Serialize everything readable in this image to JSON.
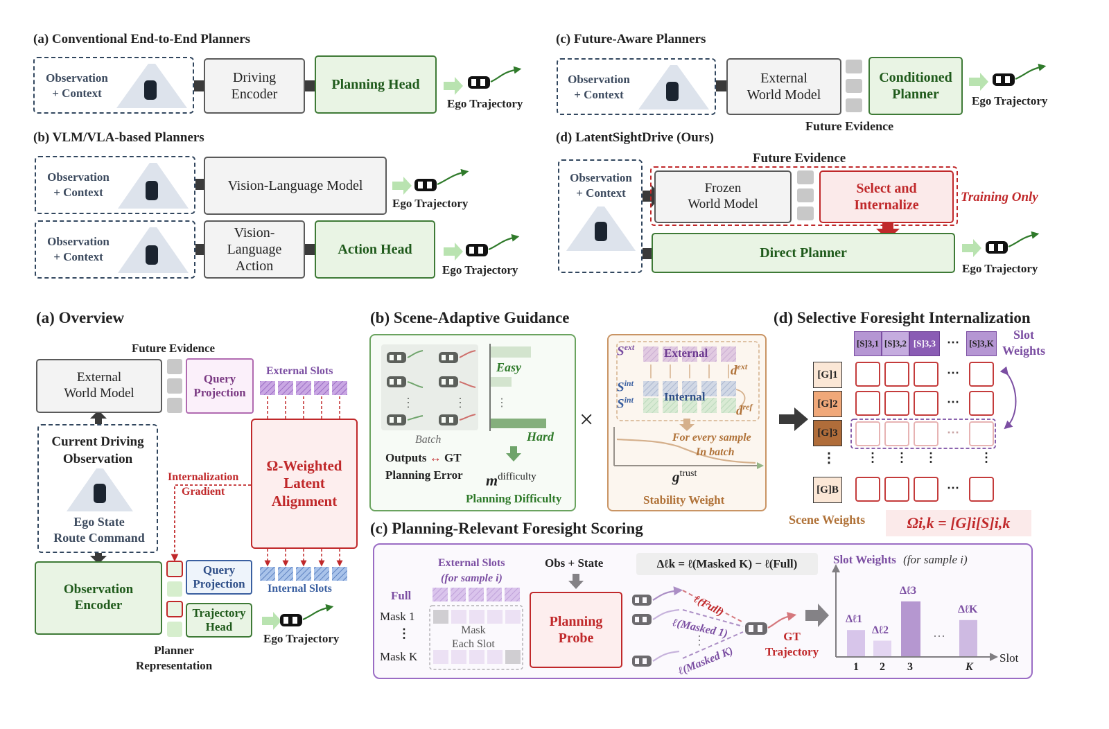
{
  "top": {
    "a": {
      "title": "(a) Conventional End-to-End Planners",
      "obs": [
        "Observation",
        "+ Context"
      ],
      "encoder": [
        "Driving",
        "Encoder"
      ],
      "head": "Planning Head",
      "traj": "Ego Trajectory"
    },
    "b": {
      "title": "(b) VLM/VLA-based Planners",
      "obs": [
        "Observation",
        "+ Context"
      ],
      "vlm": "Vision-Language Model",
      "traj1": "Ego Trajectory",
      "vla": [
        "Vision-",
        "Language",
        "Action"
      ],
      "action_head": "Action Head",
      "traj2": "Ego Trajectory"
    },
    "c": {
      "title": "(c) Future-Aware Planners",
      "obs": [
        "Observation",
        "+ Context"
      ],
      "wm": [
        "External",
        "World Model"
      ],
      "planner": [
        "Conditioned",
        "Planner"
      ],
      "traj": "Ego Trajectory",
      "evidence": "Future Evidence"
    },
    "d": {
      "title": "(d) LatentSightDrive (Ours)",
      "evidence": "Future Evidence",
      "obs": [
        "Observation",
        "+ Context"
      ],
      "wm": [
        "Frozen",
        "World Model"
      ],
      "select": [
        "Select and",
        "Internalize"
      ],
      "training": "Training Only",
      "planner": "Direct Planner",
      "traj": "Ego Trajectory"
    }
  },
  "overview": {
    "title": "(a) Overview",
    "evidence": "Future Evidence",
    "wm": [
      "External",
      "World Model"
    ],
    "query_proj_top": [
      "Query",
      "Projection"
    ],
    "external_slots": "External Slots",
    "obs_title": [
      "Current Driving",
      "Observation"
    ],
    "ego_state": "Ego State",
    "route": "Route Command",
    "grad": [
      "Internalization",
      "Gradient"
    ],
    "align": [
      "Ω-Weighted",
      "Latent",
      "Alignment"
    ],
    "internal_slots": "Internal Slots",
    "query_proj_bot": [
      "Query",
      "Projection"
    ],
    "traj_head": [
      "Trajectory",
      "Head"
    ],
    "encoder": [
      "Observation",
      "Encoder"
    ],
    "traj": "Ego Trajectory",
    "planner_rep": [
      "Planner",
      "Representation"
    ]
  },
  "guidance": {
    "title": "(b) Scene-Adaptive Guidance",
    "batch": "Batch",
    "outputs": "Outputs",
    "gt": "GT",
    "planning_error": "Planning Error",
    "easy": "Easy",
    "hard": "Hard",
    "m_base": "m",
    "m_sup": "difficulty",
    "difficulty": "Planning Difficulty",
    "external": "External",
    "internal": "Internal",
    "s_ext_base": "S",
    "s_ext_sub": "i",
    "s_ext_sup": "ext",
    "s_int_sup": "int",
    "d_ext_base": "d",
    "d_ext_sub": "i",
    "d_ext_sup": "ext",
    "d_ref_sup": "ref",
    "every": "For every sample",
    "in_batch": "In batch",
    "g_base": "g",
    "g_sup": "trust",
    "stability": "Stability Weight",
    "times": "×"
  },
  "selective": {
    "title": "(d) Selective Foresight Internalization",
    "slot_headers": [
      "[S]3,1",
      "[S]3,2",
      "[S]3,3",
      "[S]3,K"
    ],
    "slot_weights": [
      "Slot",
      "Weights"
    ],
    "scene_rows": [
      "[G]1",
      "[G]2",
      "[G]3",
      "[G]B"
    ],
    "scene_weights": "Scene Weights",
    "omega": "Ωi,k = [G]i[S]i,k",
    "dots": "⋯"
  },
  "scoring": {
    "title": "(c) Planning-Relevant Foresight Scoring",
    "external_slots": "External Slots",
    "for_sample": "(for sample i)",
    "full": "Full",
    "mask1": "Mask 1",
    "maskk": "Mask K",
    "mask_each": [
      "Mask",
      "Each Slot"
    ],
    "obs_state": "Obs + State",
    "probe": [
      "Planning",
      "Probe"
    ],
    "formula": "Δℓk = ℓ(Masked K) − ℓ(Full)",
    "l_full": "ℓ(Full)",
    "l_mask1": "ℓ(Masked 1)",
    "l_maskk": "ℓ(Masked K)",
    "gt_traj": [
      "GT",
      "Trajectory"
    ],
    "slot_weights": "Slot Weights",
    "for_sample_i": "(for sample i)",
    "bar_labels": [
      "Δℓ1",
      "Δℓ2",
      "Δℓ3",
      "ΔℓK"
    ],
    "x_ticks": [
      "1",
      "2",
      "3",
      "K"
    ],
    "x_axis": "Slot"
  },
  "chart_data": {
    "type": "bar",
    "categories": [
      "1",
      "2",
      "3",
      "K"
    ],
    "values": [
      0.42,
      0.25,
      0.88,
      0.58
    ],
    "xlabel": "Slot",
    "ylabel": ""
  },
  "colors": {
    "green": "#3e7a36",
    "red": "#c0282a",
    "purple": "#7b4ea2",
    "brown": "#b07238",
    "navy": "#31465e"
  }
}
